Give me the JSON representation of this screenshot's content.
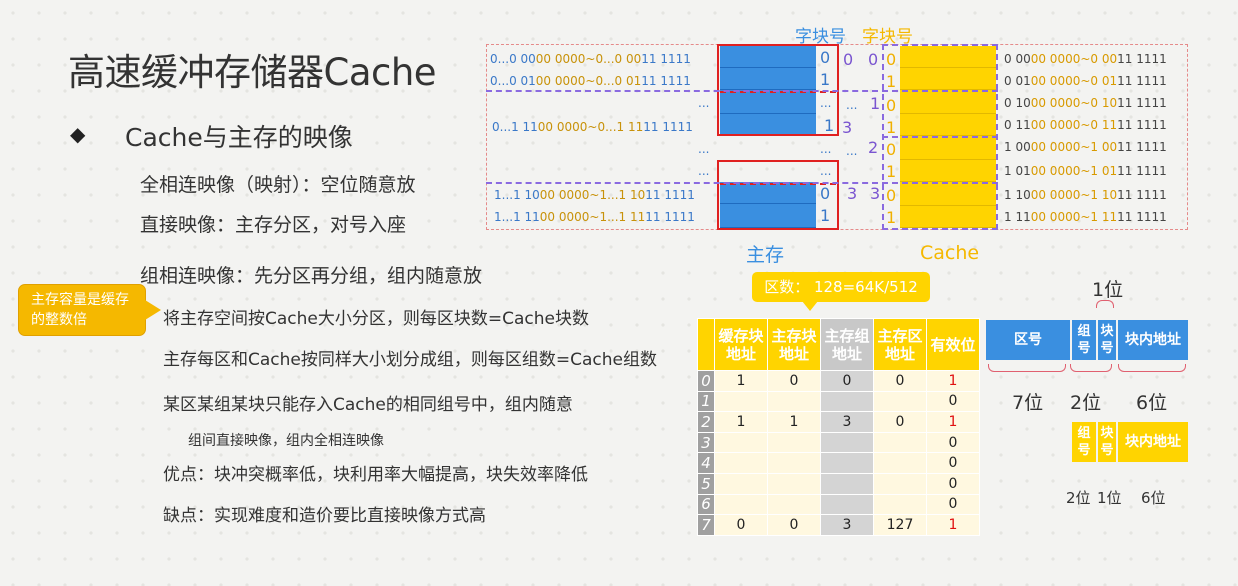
{
  "slide": {
    "title": "高速缓冲存储器Cache",
    "bullet": "◆",
    "section": "Cache与主存的映像",
    "lines": [
      "全相连映像（映射）：空位随意放",
      "直接映像：主存分区，对号入座",
      "组相连映像：先分区再分组，组内随意放",
      "将主存空间按Cache大小分区，则每区块数=Cache块数",
      "主存每区和Cache按同样大小划分成组，则每区组数=Cache组数",
      "某区某组某块只能存入Cache的相同组号中，组内随意",
      "组间直接映像，组内全相连映像",
      "优点：块冲突概率低，块利用率大幅提高，块失效率降低",
      "缺点：实现难度和造价要比直接映像方式高"
    ],
    "callout": "主存容量是缓存的整数倍"
  },
  "diagram": {
    "label_word_block_1": "字块号",
    "label_word_block_2": "字块号",
    "label_main": "主存",
    "label_cache": "Cache",
    "left_addrs": [
      {
        "a": "0...0 00",
        "b": "00 0000~0...0 00",
        "c": "11 1111"
      },
      {
        "a": "0...0 01",
        "b": "00 0000~0...0 01",
        "c": "11 1111"
      },
      {
        "a": "0...1 11",
        "b": "00 0000~0...1 11",
        "c": "11 1111"
      },
      {
        "a": "1...1 10",
        "b": "00 0000~1...1 10",
        "c": "11 1111"
      },
      {
        "a": "1...1 11",
        "b": "00 0000~1...1 11",
        "c": "11 1111"
      }
    ],
    "right_addrs": [
      {
        "a": "0 00",
        "b": "00 0000~0 00",
        "c": "11 1111"
      },
      {
        "a": "0 01",
        "b": "00 0000~0 01",
        "c": "11 1111"
      },
      {
        "a": "0 10",
        "b": "00 0000~0 10",
        "c": "11 1111"
      },
      {
        "a": "0 11",
        "b": "00 0000~0 11",
        "c": "11 1111"
      },
      {
        "a": "1 00",
        "b": "00 0000~1 00",
        "c": "11 1111"
      },
      {
        "a": "1 01",
        "b": "00 0000~1 01",
        "c": "11 1111"
      },
      {
        "a": "1 10",
        "b": "00 0000~1 10",
        "c": "11 1111"
      },
      {
        "a": "1 11",
        "b": "00 0000~1 11",
        "c": "11 1111"
      }
    ],
    "ellipsis": "...",
    "nums": {
      "n0": "0",
      "n1": "1",
      "n3": "3",
      "n2": "2",
      "d": "..."
    }
  },
  "zone_tag": "区数：  128=64K/512",
  "table": {
    "headers": [
      "缓存块地址",
      "主存块地址",
      "主存组地址",
      "主存区地址",
      "有效位"
    ],
    "rows": [
      {
        "i": "0",
        "c": [
          "1",
          "0",
          "0",
          "0",
          "1"
        ]
      },
      {
        "i": "1",
        "c": [
          "",
          "",
          "",
          "",
          "0"
        ]
      },
      {
        "i": "2",
        "c": [
          "1",
          "1",
          "3",
          "0",
          "1"
        ]
      },
      {
        "i": "3",
        "c": [
          "",
          "",
          "",
          "",
          "0"
        ]
      },
      {
        "i": "4",
        "c": [
          "",
          "",
          "",
          "",
          "0"
        ]
      },
      {
        "i": "5",
        "c": [
          "",
          "",
          "",
          "",
          "0"
        ]
      },
      {
        "i": "6",
        "c": [
          "",
          "",
          "",
          "",
          "0"
        ]
      },
      {
        "i": "7",
        "c": [
          "0",
          "0",
          "3",
          "127",
          "1"
        ]
      }
    ]
  },
  "address_format": {
    "main": {
      "fields": [
        "区号",
        "组号",
        "块号",
        "块内地址"
      ],
      "top_bits": "1位",
      "bits": [
        "7位",
        "2位",
        "6位"
      ]
    },
    "cache": {
      "fields": [
        "组号",
        "块号",
        "块内地址"
      ],
      "bits": [
        "2位",
        "1位",
        "6位"
      ]
    }
  },
  "colors": {
    "accent_blue": "#3a8fe0",
    "accent_gold": "#ffd400",
    "red": "#e02020",
    "purple": "#8a6ae0"
  }
}
